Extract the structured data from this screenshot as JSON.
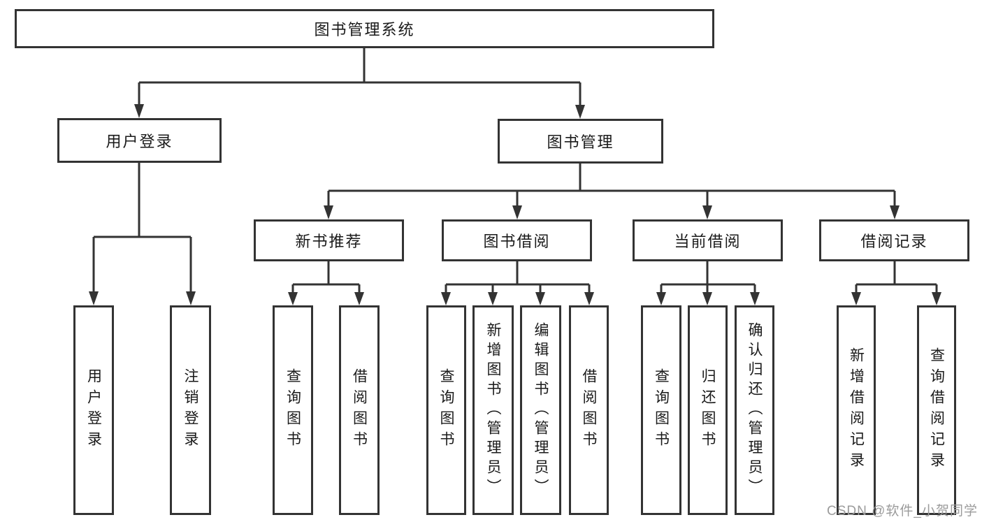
{
  "diagram": {
    "title_node": "图书管理系统",
    "watermark": "CSDN @软件_小贺同学",
    "colors": {
      "line": "#333333",
      "box_border": "#333333",
      "text": "#1a1a1a",
      "watermark": "#9b9b9b",
      "background": "#ffffff"
    },
    "nodes": {
      "root": "图书管理系统",
      "user_login": "用户登录",
      "book_mgmt": "图书管理",
      "new_book_rec": "新书推荐",
      "book_borrow": "图书借阅",
      "current_borrow": "当前借阅",
      "borrow_records": "借阅记录",
      "leaf_user_login": "用户登录",
      "leaf_logout": "注销登录",
      "leaf_query_book_rec": "查询图书",
      "leaf_borrow_book_rec": "借阅图书",
      "leaf_query_book_borrow": "查询图书",
      "leaf_add_book_admin": "新增图书（管理员）",
      "leaf_edit_book_admin": "编辑图书（管理员）",
      "leaf_borrow_book_borrow": "借阅图书",
      "leaf_query_book_current": "查询图书",
      "leaf_return_book": "归还图书",
      "leaf_confirm_return_admin": "确认归还（管理员）",
      "leaf_add_borrow_record": "新增借阅记录",
      "leaf_query_borrow_record": "查询借阅记录"
    }
  }
}
